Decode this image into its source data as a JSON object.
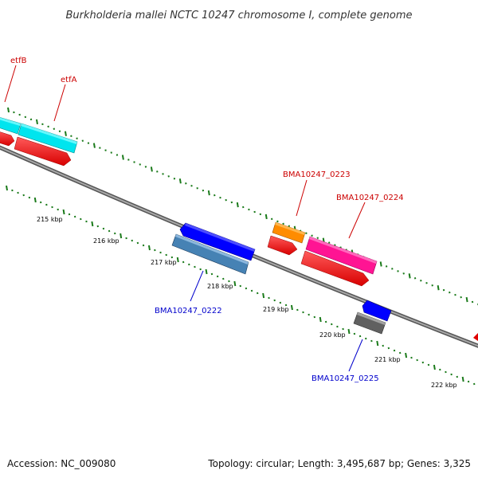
{
  "title": "Burkholderia mallei NCTC 10247 chromosome I, complete genome",
  "footer": {
    "accession": "Accession: NC_009080",
    "info": "Topology: circular; Length: 3,495,687 bp; Genes: 3,325"
  },
  "colors": {
    "forward_label": "#cc0000",
    "reverse_label": "#0000cc",
    "backbone": "#808080",
    "tick": "#1a7a1a"
  },
  "kbp_labels": [
    "215 kbp",
    "216 kbp",
    "217 kbp",
    "218 kbp",
    "219 kbp",
    "220 kbp",
    "221 kbp",
    "222 kbp"
  ],
  "genes": [
    {
      "name": "etfB",
      "strand": "+",
      "color": "#00e5ee"
    },
    {
      "name": "etfA",
      "strand": "+",
      "color": "#00e5ee"
    },
    {
      "name": "BMA10247_0223",
      "strand": "+",
      "color": "#ff8c00"
    },
    {
      "name": "BMA10247_0224",
      "strand": "+",
      "color": "#ff1493"
    },
    {
      "name": "BMA10247_0222",
      "strand": "-",
      "color": "#0000ff"
    },
    {
      "name": "BMA10247_0225",
      "strand": "-",
      "color": "#0000ff"
    }
  ]
}
